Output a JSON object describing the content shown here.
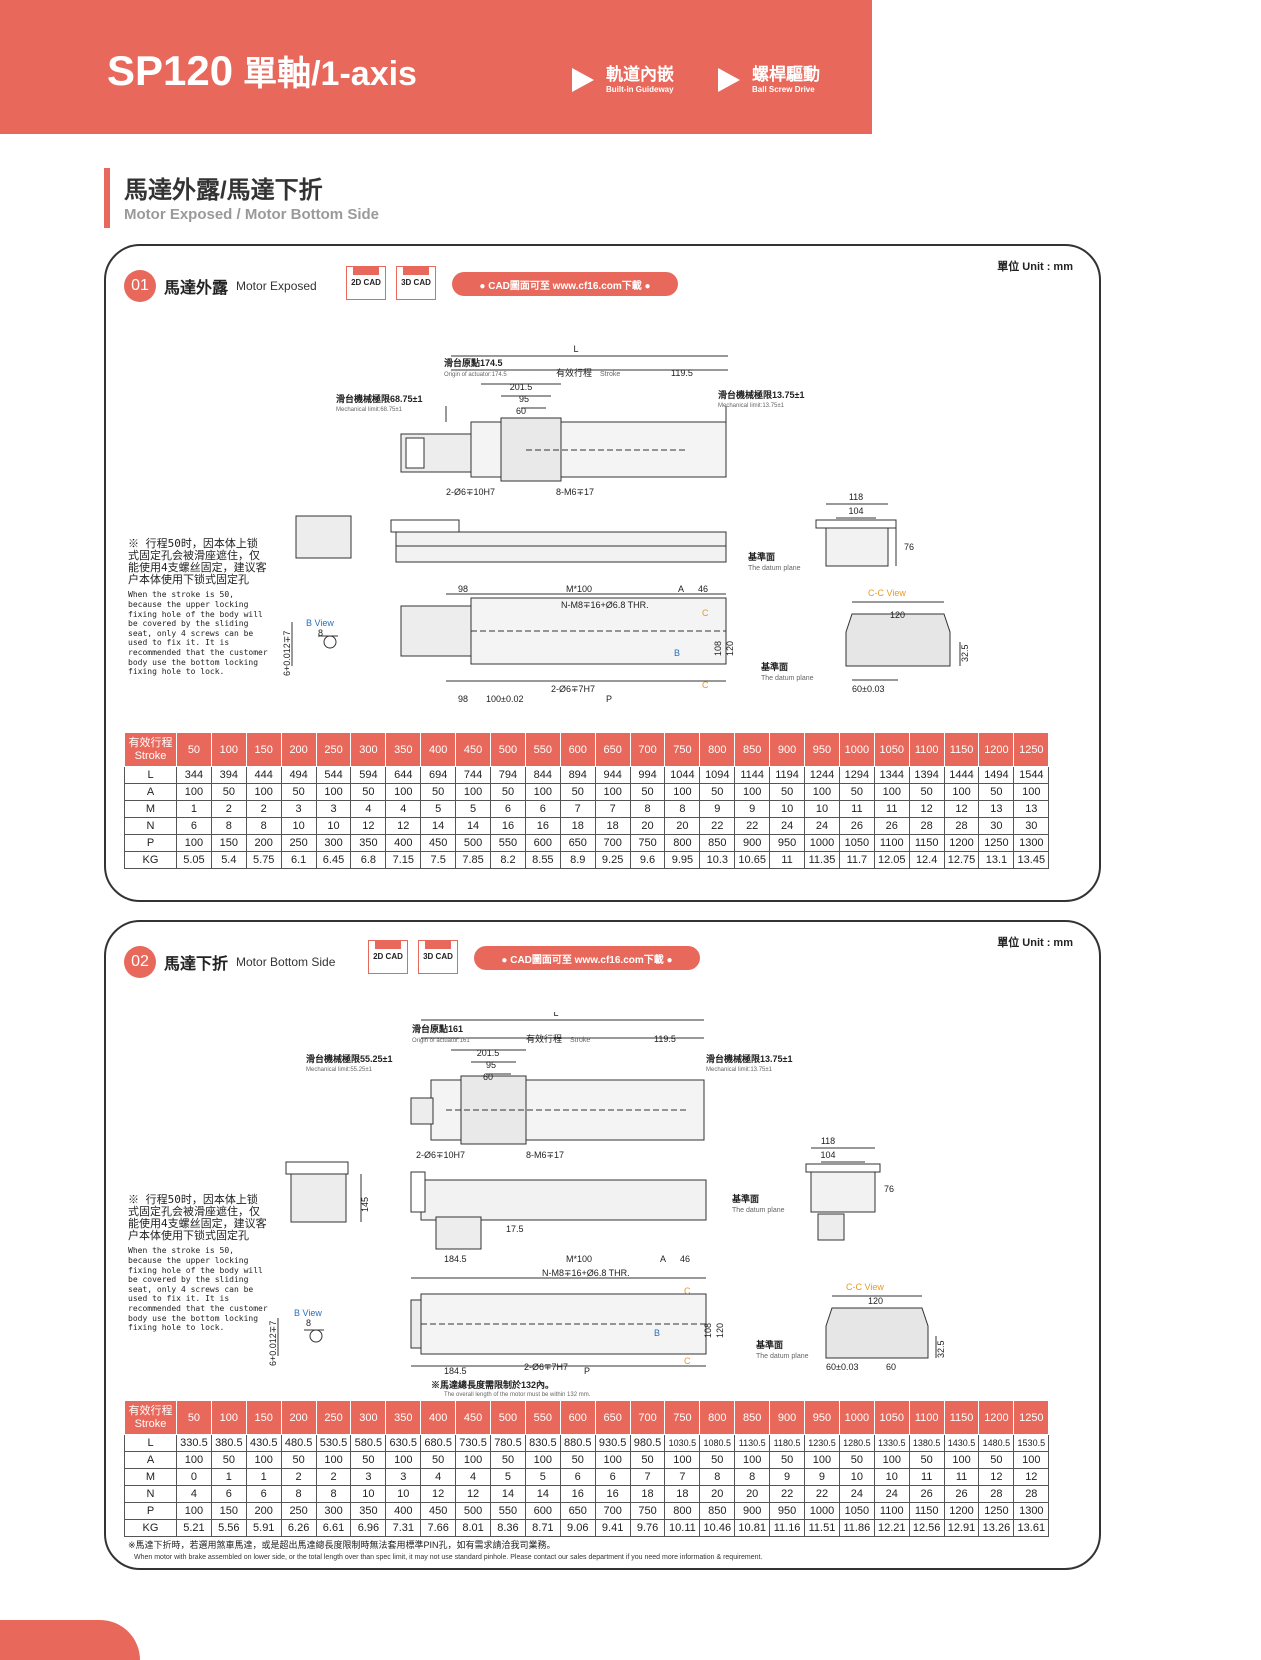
{
  "header": {
    "model": "SP120",
    "axis": "單軸/1-axis",
    "features": [
      {
        "zh": "軌道內嵌",
        "en": "Built-in Guideway"
      },
      {
        "zh": "螺桿驅動",
        "en": "Ball Screw Drive"
      }
    ]
  },
  "section": {
    "title_zh": "馬達外露/馬達下折",
    "title_en": "Motor Exposed / Motor Bottom Side"
  },
  "panels": [
    {
      "num": "01",
      "title_zh": "馬達外露",
      "title_en": "Motor Exposed",
      "unit": "單位 Unit : mm",
      "cad2d": "2D CAD",
      "cad3d": "3D CAD",
      "cad_link": "● CAD圖面可至 www.cf16.com下載 ●",
      "labels": {
        "L": "L",
        "origin_zh": "滑台原點174.5",
        "origin_en": "Origin of actuator:174.5",
        "stroke_zh": "有效行程",
        "stroke_en": "Stroke",
        "d1195": "119.5",
        "d2015": "201.5",
        "d95": "95",
        "d60": "60",
        "mechL_zh": "滑台機械極限68.75±1",
        "mechL_en": "Mechanical limit:68.75±1",
        "mechR_zh": "滑台機械極限13.75±1",
        "mechR_en": "Mechanical limit:13.75±1",
        "hole1": "2-Ø6∓10H7",
        "hole2": "8-M6∓17",
        "d118": "118",
        "d104": "104",
        "d76": "76",
        "datum_zh": "基準面",
        "datum_en": "The datum plane",
        "d98": "98",
        "m100": "M*100",
        "A": "A",
        "d46": "46",
        "nthr": "N-M8∓16+Ø6.8 THR.",
        "C": "C",
        "B": "B",
        "d108": "108",
        "d120": "120",
        "hole3": "2-Ø6∓7H7",
        "P": "P",
        "d100": "100±0.02",
        "bview": "B View",
        "d8": "8",
        "tol": "6+0.012∓7",
        "ccview": "C-C View",
        "d6003": "60±0.03",
        "d325": "32.5"
      },
      "note_zh": "※ 行程50时，因本体上锁式固定孔会被滑座遮住，仅能使用4支螺丝固定，建议客户本体使用下锁式固定孔",
      "note_en": "When the stroke is 50, because the upper locking fixing hole of the body will be covered by the sliding seat, only 4 screws can be used to fix it. It is recommended that the customer body use the bottom locking fixing hole to lock.",
      "table": {
        "header_zh": "有效行程",
        "header_en": "Stroke",
        "strokes": [
          "50",
          "100",
          "150",
          "200",
          "250",
          "300",
          "350",
          "400",
          "450",
          "500",
          "550",
          "600",
          "650",
          "700",
          "750",
          "800",
          "850",
          "900",
          "950",
          "1000",
          "1050",
          "1100",
          "1150",
          "1200",
          "1250"
        ],
        "rows": [
          {
            "label": "L",
            "values": [
              "344",
              "394",
              "444",
              "494",
              "544",
              "594",
              "644",
              "694",
              "744",
              "794",
              "844",
              "894",
              "944",
              "994",
              "1044",
              "1094",
              "1144",
              "1194",
              "1244",
              "1294",
              "1344",
              "1394",
              "1444",
              "1494",
              "1544"
            ]
          },
          {
            "label": "A",
            "values": [
              "100",
              "50",
              "100",
              "50",
              "100",
              "50",
              "100",
              "50",
              "100",
              "50",
              "100",
              "50",
              "100",
              "50",
              "100",
              "50",
              "100",
              "50",
              "100",
              "50",
              "100",
              "50",
              "100",
              "50",
              "100"
            ]
          },
          {
            "label": "M",
            "values": [
              "1",
              "2",
              "2",
              "3",
              "3",
              "4",
              "4",
              "5",
              "5",
              "6",
              "6",
              "7",
              "7",
              "8",
              "8",
              "9",
              "9",
              "10",
              "10",
              "11",
              "11",
              "12",
              "12",
              "13",
              "13"
            ]
          },
          {
            "label": "N",
            "values": [
              "6",
              "8",
              "8",
              "10",
              "10",
              "12",
              "12",
              "14",
              "14",
              "16",
              "16",
              "18",
              "18",
              "20",
              "20",
              "22",
              "22",
              "24",
              "24",
              "26",
              "26",
              "28",
              "28",
              "30",
              "30"
            ]
          },
          {
            "label": "P",
            "values": [
              "100",
              "150",
              "200",
              "250",
              "300",
              "350",
              "400",
              "450",
              "500",
              "550",
              "600",
              "650",
              "700",
              "750",
              "800",
              "850",
              "900",
              "950",
              "1000",
              "1050",
              "1100",
              "1150",
              "1200",
              "1250",
              "1300"
            ]
          },
          {
            "label": "KG",
            "values": [
              "5.05",
              "5.4",
              "5.75",
              "6.1",
              "6.45",
              "6.8",
              "7.15",
              "7.5",
              "7.85",
              "8.2",
              "8.55",
              "8.9",
              "9.25",
              "9.6",
              "9.95",
              "10.3",
              "10.65",
              "11",
              "11.35",
              "11.7",
              "12.05",
              "12.4",
              "12.75",
              "13.1",
              "13.45"
            ]
          }
        ]
      }
    },
    {
      "num": "02",
      "title_zh": "馬達下折",
      "title_en": "Motor Bottom Side",
      "unit": "單位 Unit : mm",
      "cad2d": "2D CAD",
      "cad3d": "3D CAD",
      "cad_link": "● CAD圖面可至 www.cf16.com下載 ●",
      "labels": {
        "L": "L",
        "origin_zh": "滑台原點161",
        "origin_en": "Origin of actuator:161",
        "stroke_zh": "有效行程",
        "stroke_en": "Stroke",
        "d1195": "119.5",
        "d2015": "201.5",
        "d95": "95",
        "d60": "60",
        "mechL_zh": "滑台機械極限55.25±1",
        "mechL_en": "Mechanical limit:55.25±1",
        "mechR_zh": "滑台機械極限13.75±1",
        "mechR_en": "Mechanical limit:13.75±1",
        "hole1": "2-Ø6∓10H7",
        "hole2": "8-M6∓17",
        "d118": "118",
        "d104": "104",
        "d76": "76",
        "d145": "145",
        "d175": "17.5",
        "datum_zh": "基準面",
        "datum_en": "The datum plane",
        "d1845": "184.5",
        "m100": "M*100",
        "A": "A",
        "d46": "46",
        "nthr": "N-M8∓16+Ø6.8 THR.",
        "C": "C",
        "B": "B",
        "d108": "108",
        "d120": "120",
        "hole3": "2-Ø6∓7H7",
        "P": "P",
        "bview": "B View",
        "d8": "8",
        "tol": "6+0.012∓7",
        "ccview": "C-C View",
        "d6003": "60±0.03",
        "d60b": "60",
        "d325": "32.5",
        "motor_note_zh": "※馬達總長度需限制於132內。",
        "motor_note_en": "The overall length of the motor must be within 132 mm."
      },
      "note_zh": "※ 行程50时，因本体上锁式固定孔会被滑座遮住，仅能使用4支螺丝固定，建议客户本体使用下锁式固定孔",
      "note_en": "When the stroke is 50, because the upper locking fixing hole of the body will be covered by the sliding seat, only 4 screws can be used to fix it. It is recommended that the customer body use the bottom locking fixing hole to lock.",
      "table": {
        "header_zh": "有效行程",
        "header_en": "Stroke",
        "strokes": [
          "50",
          "100",
          "150",
          "200",
          "250",
          "300",
          "350",
          "400",
          "450",
          "500",
          "550",
          "600",
          "650",
          "700",
          "750",
          "800",
          "850",
          "900",
          "950",
          "1000",
          "1050",
          "1100",
          "1150",
          "1200",
          "1250"
        ],
        "rows": [
          {
            "label": "L",
            "values": [
              "330.5",
              "380.5",
              "430.5",
              "480.5",
              "530.5",
              "580.5",
              "630.5",
              "680.5",
              "730.5",
              "780.5",
              "830.5",
              "880.5",
              "930.5",
              "980.5",
              "1030.5",
              "1080.5",
              "1130.5",
              "1180.5",
              "1230.5",
              "1280.5",
              "1330.5",
              "1380.5",
              "1430.5",
              "1480.5",
              "1530.5"
            ]
          },
          {
            "label": "A",
            "values": [
              "100",
              "50",
              "100",
              "50",
              "100",
              "50",
              "100",
              "50",
              "100",
              "50",
              "100",
              "50",
              "100",
              "50",
              "100",
              "50",
              "100",
              "50",
              "100",
              "50",
              "100",
              "50",
              "100",
              "50",
              "100"
            ]
          },
          {
            "label": "M",
            "values": [
              "0",
              "1",
              "1",
              "2",
              "2",
              "3",
              "3",
              "4",
              "4",
              "5",
              "5",
              "6",
              "6",
              "7",
              "7",
              "8",
              "8",
              "9",
              "9",
              "10",
              "10",
              "11",
              "11",
              "12",
              "12"
            ]
          },
          {
            "label": "N",
            "values": [
              "4",
              "6",
              "6",
              "8",
              "8",
              "10",
              "10",
              "12",
              "12",
              "14",
              "14",
              "16",
              "16",
              "18",
              "18",
              "20",
              "20",
              "22",
              "22",
              "24",
              "24",
              "26",
              "26",
              "28",
              "28"
            ]
          },
          {
            "label": "P",
            "values": [
              "100",
              "150",
              "200",
              "250",
              "300",
              "350",
              "400",
              "450",
              "500",
              "550",
              "600",
              "650",
              "700",
              "750",
              "800",
              "850",
              "900",
              "950",
              "1000",
              "1050",
              "1100",
              "1150",
              "1200",
              "1250",
              "1300"
            ]
          },
          {
            "label": "KG",
            "values": [
              "5.21",
              "5.56",
              "5.91",
              "6.26",
              "6.61",
              "6.96",
              "7.31",
              "7.66",
              "8.01",
              "8.36",
              "8.71",
              "9.06",
              "9.41",
              "9.76",
              "10.11",
              "10.46",
              "10.81",
              "11.16",
              "11.51",
              "11.86",
              "12.21",
              "12.56",
              "12.91",
              "13.26",
              "13.61"
            ]
          }
        ]
      },
      "footnote_zh": "※馬達下折時，若選用煞車馬達，或是超出馬達總長度限制時無法套用標準PIN孔，如有需求請洽我司業務。",
      "footnote_en": "When motor with brake assembled on lower side, or the total length over than spec limit, it may not use standard pinhole. Please contact our sales department if you need more information & requirement."
    }
  ]
}
